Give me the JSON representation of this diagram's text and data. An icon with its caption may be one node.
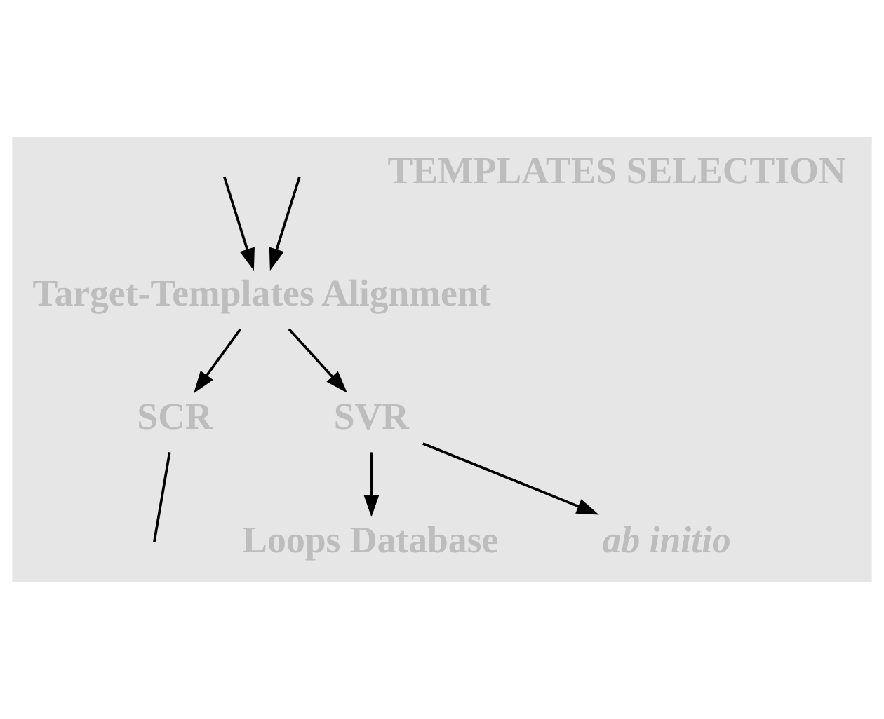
{
  "diagram": {
    "nodes": [
      {
        "text": [
          "Target-Templates Alignment"
        ]
      },
      {
        "text": [
          "SCR"
        ]
      },
      {
        "text": [
          "SVR"
        ]
      },
      {
        "text": [
          "Loops Database"
        ]
      },
      {
        "text": [
          "ab initio"
        ]
      }
    ],
    "edges": [
      {
        "from": null,
        "to": 0,
        "arrow": "to"
      },
      {
        "from": null,
        "to": 0,
        "arrow": "to"
      },
      {
        "from": 0,
        "to": 1,
        "arrow": "to"
      },
      {
        "from": 0,
        "to": 2,
        "arrow": "to"
      },
      {
        "from": 2,
        "to": 3,
        "arrow": "to"
      },
      {
        "from": 2,
        "to": 4,
        "arrow": "to"
      },
      {
        "from": 1,
        "to": null,
        "arrow": "none"
      }
    ],
    "labels": [
      "TEMPLATES SELECTION"
    ]
  }
}
